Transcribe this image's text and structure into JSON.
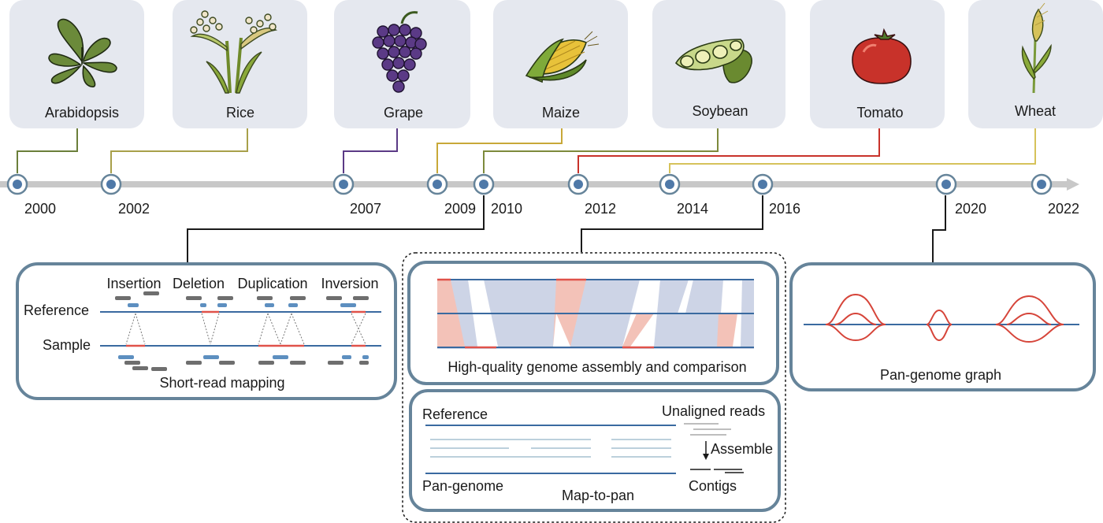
{
  "species": [
    {
      "name": "Arabidopsis",
      "year": "2000",
      "color": "#6b7f3a",
      "icon": "arabidopsis-icon"
    },
    {
      "name": "Rice",
      "year": "2002",
      "color": "#a8a04a",
      "icon": "rice-icon"
    },
    {
      "name": "Grape",
      "year": "2007",
      "color": "#5b3a86",
      "icon": "grape-icon"
    },
    {
      "name": "Maize",
      "year": "2009",
      "color": "#c8a838",
      "icon": "maize-icon"
    },
    {
      "name": "Soybean",
      "year": "2010",
      "color": "#7d8a3c",
      "icon": "soybean-icon"
    },
    {
      "name": "Tomato",
      "year": "2012",
      "color": "#c8322a",
      "icon": "tomato-icon"
    },
    {
      "name": "Wheat",
      "year": "2014",
      "color": "#d6c25a",
      "icon": "wheat-icon"
    }
  ],
  "timeline": {
    "years": [
      "2000",
      "2002",
      "2007",
      "2009",
      "2010",
      "2012",
      "2014",
      "2016",
      "2020",
      "2022"
    ]
  },
  "panels": {
    "short_read": {
      "caption": "Short-read mapping",
      "reference_label": "Reference",
      "sample_label": "Sample",
      "variant_types": [
        "Insertion",
        "Deletion",
        "Duplication",
        "Inversion"
      ]
    },
    "assembly": {
      "caption": "High-quality genome assembly and comparison"
    },
    "map_to_pan": {
      "caption": "Map-to-pan",
      "reference_label": "Reference",
      "pan_label": "Pan-genome",
      "unaligned_label": "Unaligned reads",
      "assemble_label": "Assemble",
      "contigs_label": "Contigs"
    },
    "pan_graph": {
      "caption": "Pan-genome graph"
    }
  },
  "colors": {
    "box_fill": "#e5e8ef",
    "panel_border": "#66849a",
    "timeline": "#c8c8c8",
    "node_fill": "#4f79a8",
    "genome_line": "#3a6aa0",
    "read_gray": "#6e6e6e",
    "read_blue": "#5d8fc0",
    "sv_red": "#e0524a",
    "pink": "#f3c2b8",
    "lavender": "#cdd4e6",
    "graph_red": "#d6453a"
  }
}
